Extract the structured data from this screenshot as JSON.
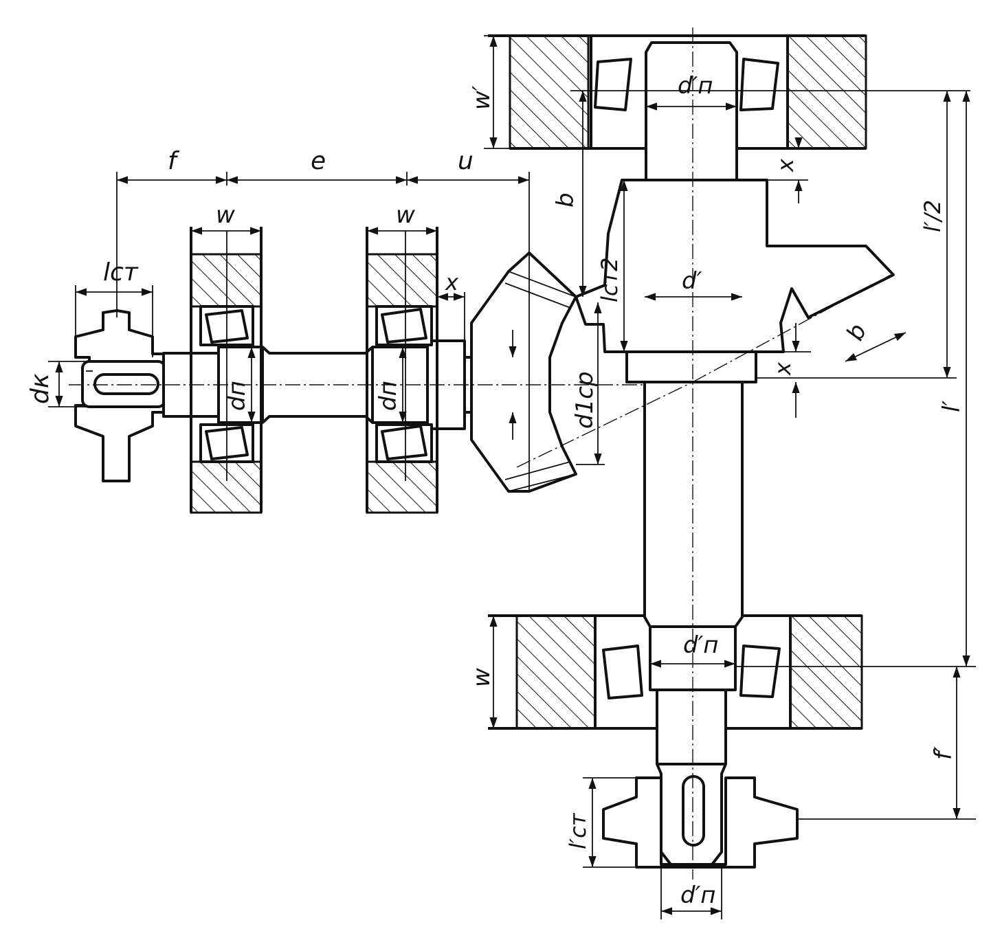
{
  "labels": {
    "f": "f",
    "e": "e",
    "u": "u",
    "w": "w",
    "x": "x",
    "b": "b",
    "l_prime_half": "l′/2",
    "l_prime": "l′",
    "f_prime": "f′",
    "w_prime": "w′",
    "d_k": "dк",
    "d_p": "dп",
    "d_p_prime": "d′п",
    "d_prime": "d′",
    "d_1sr": "d1ср",
    "l_st": "lст",
    "l_st2": "lст2",
    "l_st_prime": "l′ст"
  }
}
